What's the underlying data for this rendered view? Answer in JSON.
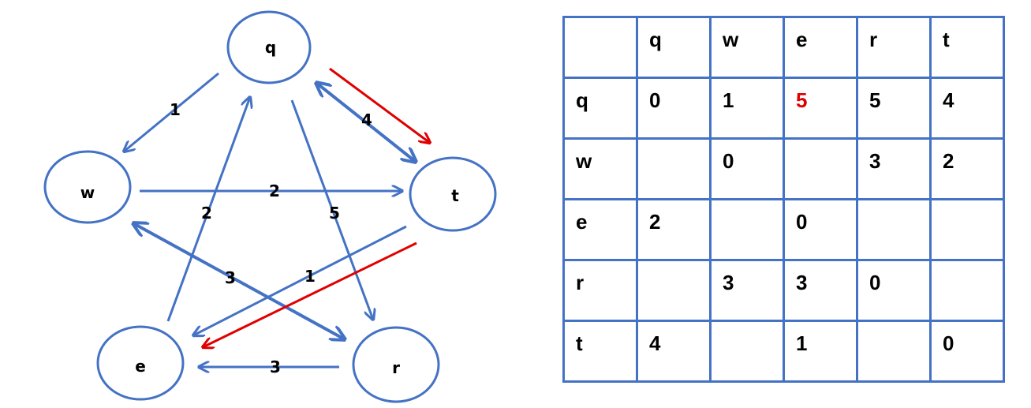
{
  "colors": {
    "edge": "#4472c4",
    "highlight": "#e00000",
    "node_stroke": "#4472c4"
  },
  "graph": {
    "nodes": [
      {
        "id": "q",
        "label": "q"
      },
      {
        "id": "w",
        "label": "w"
      },
      {
        "id": "t",
        "label": "t"
      },
      {
        "id": "e",
        "label": "e"
      },
      {
        "id": "r",
        "label": "r"
      }
    ],
    "edges": [
      {
        "from": "q",
        "to": "w",
        "weight": "1"
      },
      {
        "from": "q",
        "to": "t",
        "weight": "4",
        "bidirectional": true
      },
      {
        "from": "w",
        "to": "t",
        "weight": "2"
      },
      {
        "from": "e",
        "to": "q",
        "weight": "2"
      },
      {
        "from": "q",
        "to": "r",
        "weight": "5"
      },
      {
        "from": "r",
        "to": "w",
        "weight": "3",
        "bidirectional": true
      },
      {
        "from": "t",
        "to": "e",
        "weight": "1"
      },
      {
        "from": "r",
        "to": "e",
        "weight": "3"
      }
    ],
    "highlight_path": [
      [
        "q",
        "t"
      ],
      [
        "t",
        "e"
      ]
    ]
  },
  "matrix": {
    "headers": [
      "",
      "q",
      "w",
      "e",
      "r",
      "t"
    ],
    "rows": [
      [
        "q",
        "0",
        "1",
        "5",
        "5",
        "4"
      ],
      [
        "w",
        "",
        "0",
        "",
        "3",
        "2"
      ],
      [
        "e",
        "2",
        "",
        "0",
        "",
        ""
      ],
      [
        "r",
        "",
        "3",
        "3",
        "0",
        ""
      ],
      [
        "t",
        "4",
        "",
        "1",
        "",
        "0"
      ]
    ],
    "highlighted_cell": {
      "row": "q",
      "col": "e"
    }
  }
}
